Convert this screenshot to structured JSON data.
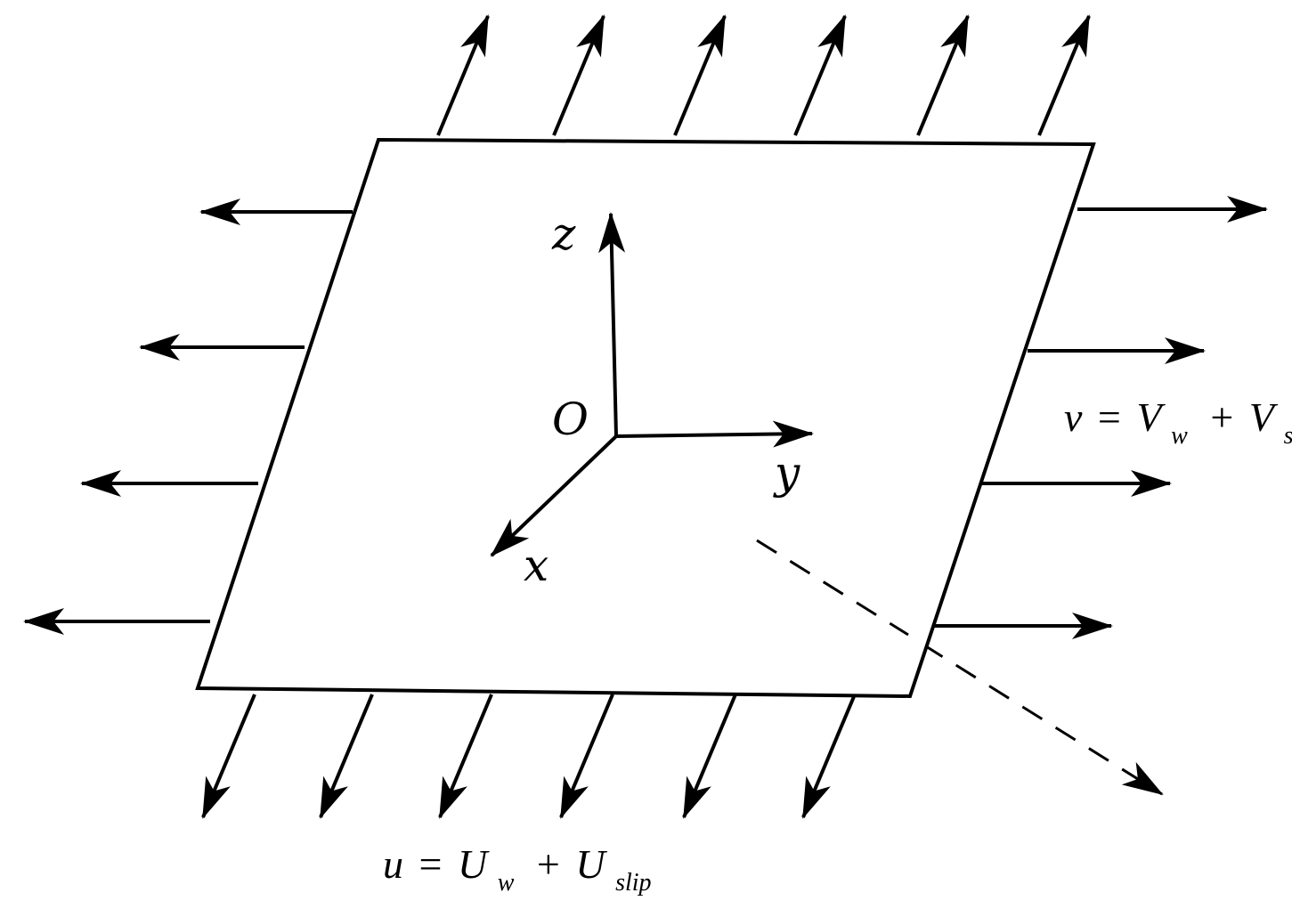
{
  "colors": {
    "stroke": "#000000",
    "plate_fill": "#ffffff",
    "background": "#ffffff"
  },
  "axes": {
    "x_label": "x",
    "y_label": "y",
    "z_label": "z",
    "origin_label": "O"
  },
  "equations": {
    "u": {
      "lhs": "u",
      "eq": "=",
      "term1": "U",
      "term1_sub": "w",
      "plus": "+",
      "term2": "U",
      "term2_sub": "slip"
    },
    "v": {
      "lhs": "v",
      "eq": "=",
      "term1": "V",
      "term1_sub": "w",
      "plus": "+",
      "term2": "V",
      "term2_sub": "slip"
    }
  }
}
